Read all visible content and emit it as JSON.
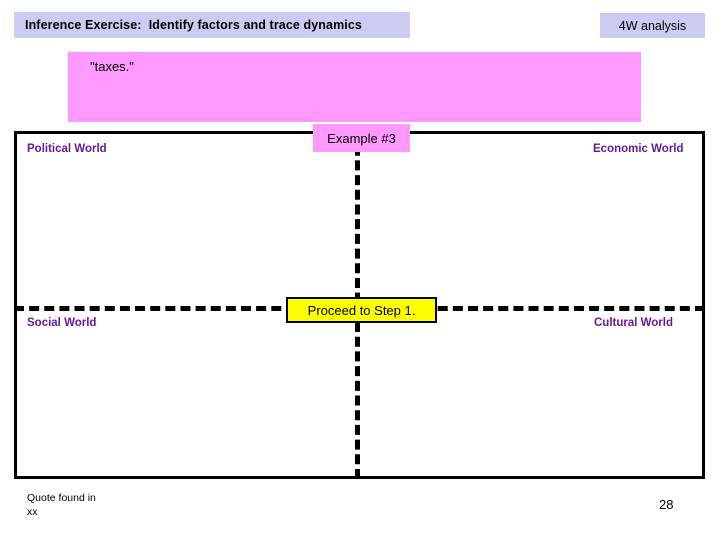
{
  "header": {
    "title": "Inference Exercise:  Identify factors and trace dynamics",
    "tag": "4W analysis"
  },
  "quote": {
    "text": "\"taxes.\""
  },
  "grid": {
    "quadrants": [
      {
        "key": "political",
        "label": "Political World"
      },
      {
        "key": "economic",
        "label": "Economic World"
      },
      {
        "key": "social",
        "label": "Social World"
      },
      {
        "key": "cultural",
        "label": "Cultural World"
      }
    ]
  },
  "example_chip": {
    "label": "Example #3"
  },
  "proceed_chip": {
    "label": "Proceed to Step 1."
  },
  "footer": {
    "source_line1": "Quote found in",
    "source_line2": "xx",
    "page_number": "28"
  },
  "colors": {
    "header_band": "#ccccf2",
    "quote_pink": "#ff99ff",
    "quadrant_label": "#5f1b9e",
    "proceed_yellow": "#ffff00",
    "border_black": "#000000"
  }
}
